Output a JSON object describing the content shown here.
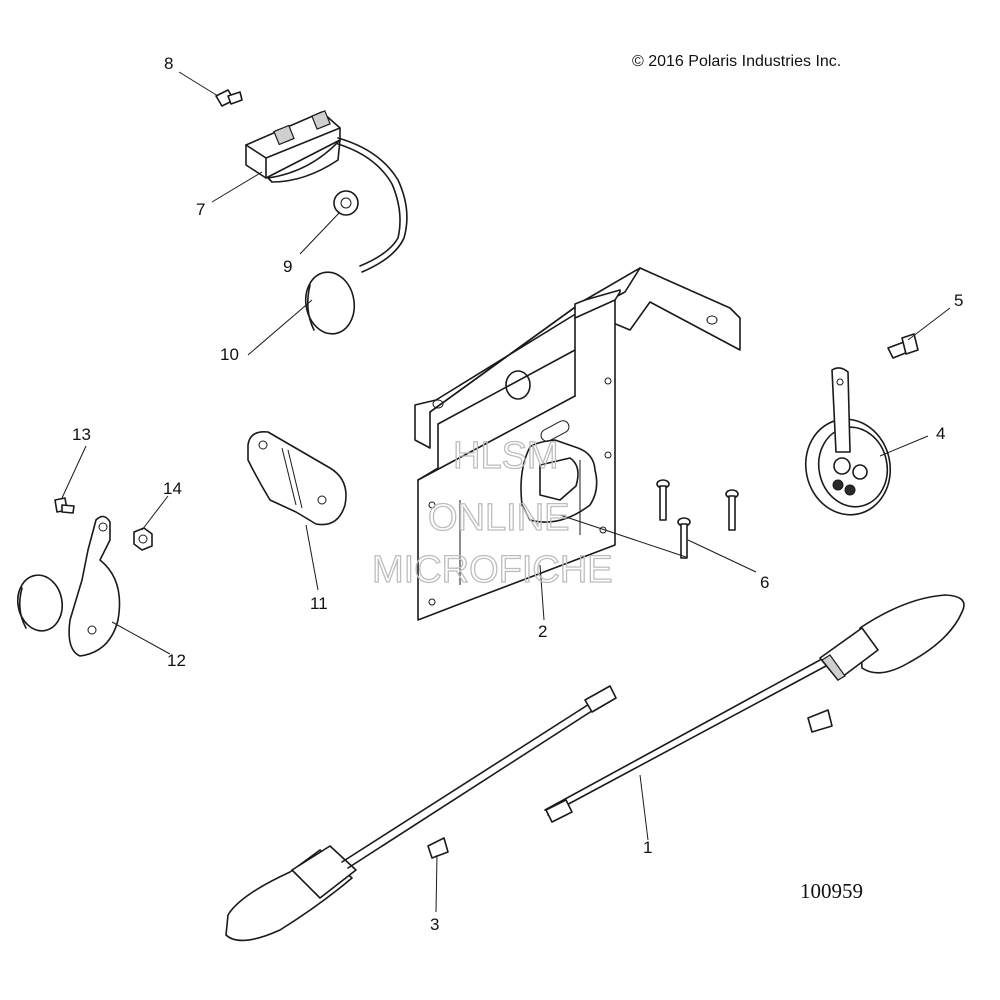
{
  "copyright": "© 2016  Polaris Industries Inc.",
  "drawing_number": "100959",
  "watermark": {
    "line1": "HLSM",
    "line2": "ONLINE",
    "line3": "MICROFICHE"
  },
  "callouts": [
    "1",
    "2",
    "3",
    "4",
    "5",
    "6",
    "7",
    "8",
    "9",
    "10",
    "11",
    "12",
    "13",
    "14"
  ]
}
